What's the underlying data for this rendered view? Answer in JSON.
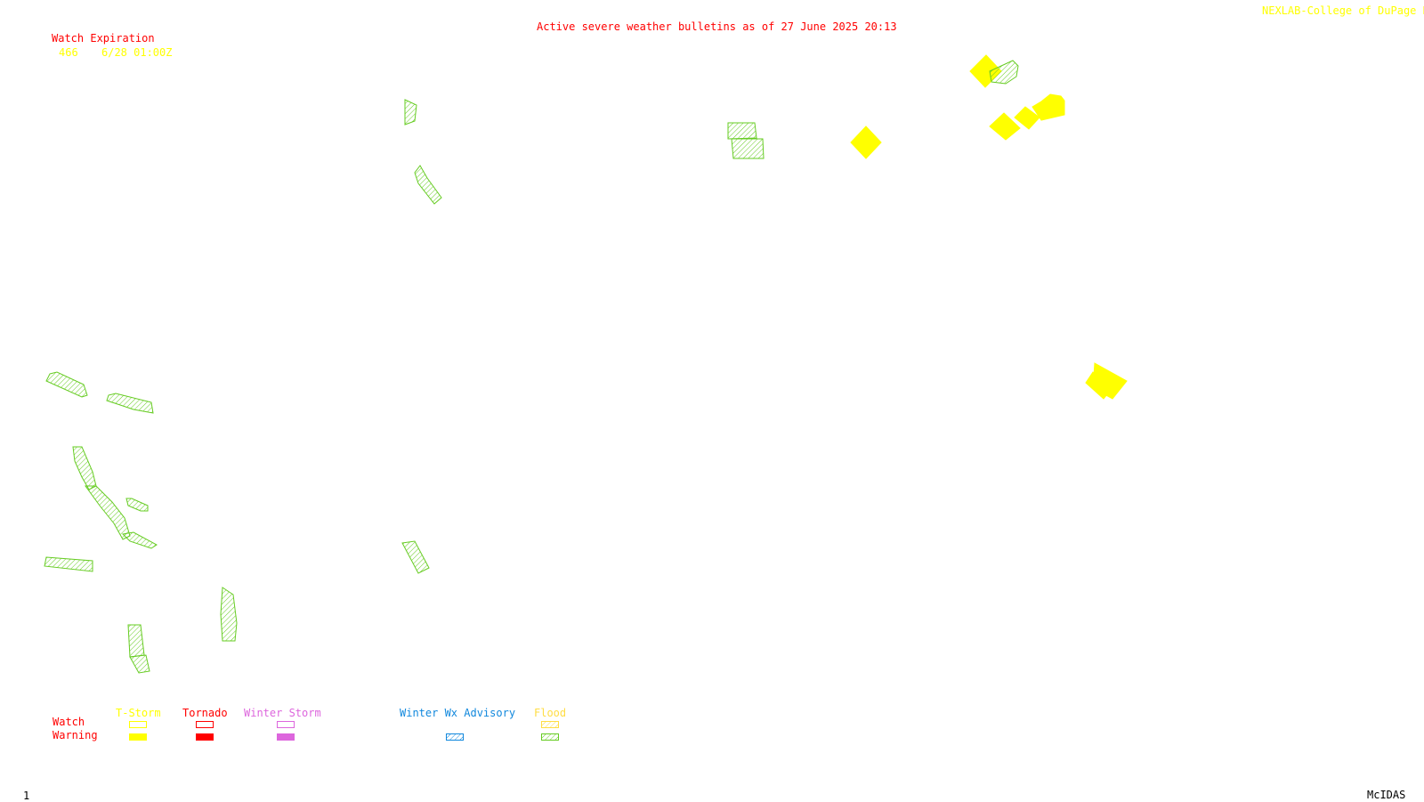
{
  "header": {
    "title": "Active severe weather bulletins as of 27 June 2025 20:13",
    "credit": "NEXLAB-College of DuPage R"
  },
  "watch_expiration": {
    "heading": "Watch Expiration",
    "entries": [
      {
        "watch_number": "466",
        "expires": "6/28 01:00Z"
      }
    ]
  },
  "legend": {
    "row_labels": {
      "watch": "Watch",
      "warning": "Warning"
    },
    "columns": [
      {
        "label": "T-Storm",
        "color": "#ffff00"
      },
      {
        "label": "Tornado",
        "color": "#ff0000"
      },
      {
        "label": "Winter Storm",
        "color": "#dd66dd"
      },
      {
        "label": "Winter Wx Advisory",
        "color": "#1188dd"
      },
      {
        "label": "Flood",
        "color": "#ffdd44",
        "warning_color": "#66cc22"
      }
    ]
  },
  "footer": {
    "frame_number": "1",
    "software": "McIDAS"
  },
  "colors": {
    "title_red": "#ff0000",
    "credit_yellow": "#ffff00",
    "flood_green": "#66cc22",
    "tstorm_yellow": "#ffff00"
  },
  "map_polygons": {
    "tstorm_warning_count": 7,
    "flood_warning_count": 19
  }
}
